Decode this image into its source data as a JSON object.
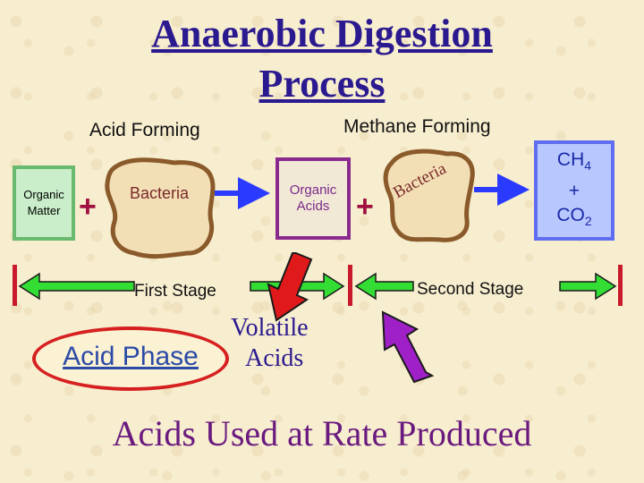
{
  "title": {
    "line1": "Anaerobic Digestion",
    "line2": "Process"
  },
  "sections": {
    "acid_forming": "Acid Forming",
    "methane_forming": "Methane Forming"
  },
  "nodes": {
    "organic_matter": {
      "line1": "Organic",
      "line2": "Matter"
    },
    "bacteria_1": "Bacteria",
    "organic_acids": {
      "line1": "Organic",
      "line2": "Acids"
    },
    "bacteria_2": "Bacteria",
    "products": {
      "ch4": "CH",
      "ch4_sub": "4",
      "plus": "+",
      "co2": "CO",
      "co2_sub": "2"
    }
  },
  "operators": {
    "plus1": "+",
    "plus2": "+"
  },
  "stages": {
    "first": "First Stage",
    "second": "Second Stage"
  },
  "acid_phase": "Acid Phase",
  "volatile_acids": {
    "line1": "Volatile",
    "line2": "Acids"
  },
  "bottom_text": "Acids Used at Rate Produced",
  "colors": {
    "title": "#2b1a8f",
    "arrow_blue": "#2b3aff",
    "arrow_green": "#33dd33",
    "stage_bar": "#c81a2a",
    "red_arrow": "#e01a1a",
    "purple_arrow": "#a020c8",
    "blob_fill": "#f3dfb6",
    "blob_edge": "#8a5a2a"
  }
}
